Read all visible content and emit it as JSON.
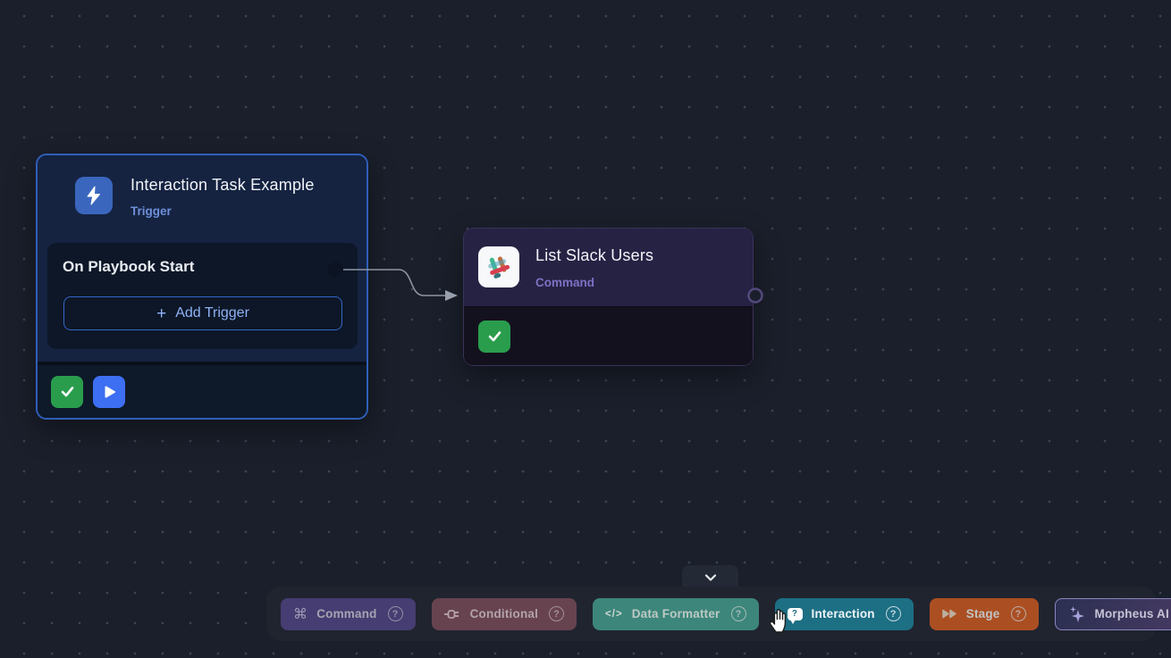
{
  "trigger_node": {
    "title": "Interaction Task Example",
    "subtitle": "Trigger",
    "row_label": "On Playbook Start",
    "add_trigger_label": "Add Trigger"
  },
  "slack_node": {
    "title": "List Slack Users",
    "subtitle": "Command"
  },
  "toolbar": {
    "buttons": [
      {
        "label": "Command"
      },
      {
        "label": "Conditional"
      },
      {
        "label": "Data Formatter"
      },
      {
        "label": "Interaction",
        "active": true
      },
      {
        "label": "Stage"
      },
      {
        "label": "Morpheus AI"
      }
    ]
  },
  "icons": {
    "help": "?",
    "command_glyph": "⌘",
    "code_glyph": "</>",
    "plus_glyph": "+"
  },
  "colors": {
    "canvas_bg": "#1a1f2b",
    "trigger_border": "#2f5fb9",
    "trigger_header_bg": "#152341",
    "trigger_accent_text": "#8fb3f7",
    "slack_header_bg": "#262244",
    "slack_subtitle": "#7b72c4",
    "success_green": "#2a9d4d",
    "run_blue": "#3d6ff2",
    "btn_command": "#463d72",
    "btn_conditional": "#674350",
    "btn_data_formatter": "#3d867b",
    "btn_interaction": "#1d6f84",
    "btn_stage": "#ab4f22"
  }
}
